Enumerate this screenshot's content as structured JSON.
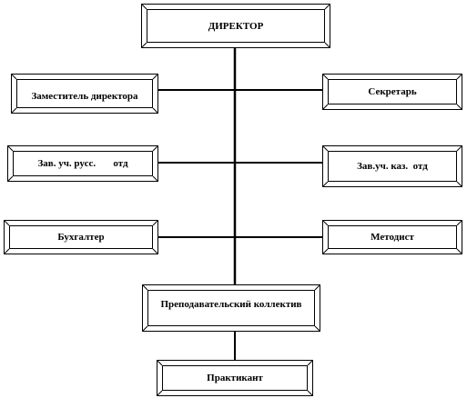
{
  "diagram": {
    "nodes": [
      {
        "id": "director",
        "label": "ДИРЕКТОР"
      },
      {
        "id": "deputy",
        "label": "Заместитель директора"
      },
      {
        "id": "secretary",
        "label": "Секретарь"
      },
      {
        "id": "russian",
        "label": "Зав. уч. русс.       отд"
      },
      {
        "id": "kazakh",
        "label": "Зав.уч. каз.  отд"
      },
      {
        "id": "accountant",
        "label": "Бухгалтер"
      },
      {
        "id": "methodist",
        "label": "Методист"
      },
      {
        "id": "staff",
        "label": "Преподавательский коллектив"
      },
      {
        "id": "trainee",
        "label": "Практикант"
      }
    ],
    "edges": [
      {
        "from": "director",
        "to": "staff"
      },
      {
        "from": "director",
        "to": "deputy"
      },
      {
        "from": "director",
        "to": "secretary"
      },
      {
        "from": "director",
        "to": "russian"
      },
      {
        "from": "director",
        "to": "kazakh"
      },
      {
        "from": "director",
        "to": "accountant"
      },
      {
        "from": "director",
        "to": "methodist"
      },
      {
        "from": "staff",
        "to": "trainee"
      }
    ]
  }
}
